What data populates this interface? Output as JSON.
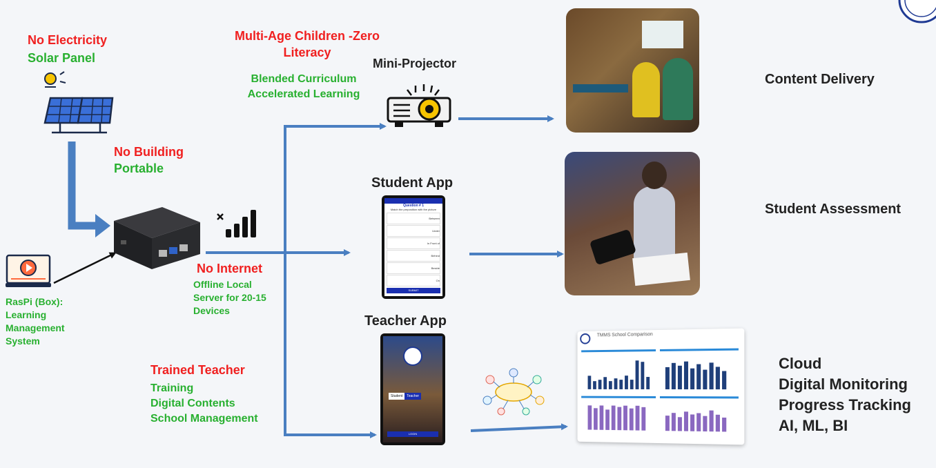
{
  "power": {
    "title": "No Electricity",
    "sub": "Solar Panel"
  },
  "building": {
    "title": "No Building",
    "sub": "Portable"
  },
  "raspi": {
    "lines": [
      "RasPi (Box):",
      "Learning",
      "Management",
      "System"
    ]
  },
  "internet": {
    "title": "No Internet",
    "lines": [
      "Offline Local",
      "Server for 20-15",
      "Devices"
    ]
  },
  "children": {
    "title_lines": [
      "Multi-Age Children -Zero",
      "Literacy"
    ],
    "lines": [
      "Blended Curriculum",
      "Accelerated Learning"
    ]
  },
  "projector": {
    "label": "Mini-Projector"
  },
  "student_app": {
    "label": "Student App",
    "screen": {
      "question": "Question # 1",
      "prompt": "Match the preposition with the picture",
      "options": [
        "Between",
        "Under",
        "In Front of",
        "Behind",
        "Beside",
        "On"
      ],
      "button": "SUBMIT"
    }
  },
  "teacher_app": {
    "label": "Teacher  App",
    "toggle": [
      "Student",
      "Teacher"
    ],
    "button": "LOGIN"
  },
  "teacher": {
    "title": "Trained Teacher",
    "lines": [
      "Training",
      "Digital Contents",
      "School Management"
    ]
  },
  "outcomes": {
    "content": "Content Delivery",
    "assessment": "Student Assessment",
    "cloud_lines": [
      "Cloud",
      "Digital Monitoring",
      "Progress Tracking",
      "AI, ML, BI"
    ]
  },
  "dashboard": {
    "title": "TMMS School Comparison"
  },
  "colors": {
    "red": "#f02020",
    "green": "#28b030",
    "arrow": "#4a7fc1",
    "phone_accent": "#1a2fb0"
  }
}
